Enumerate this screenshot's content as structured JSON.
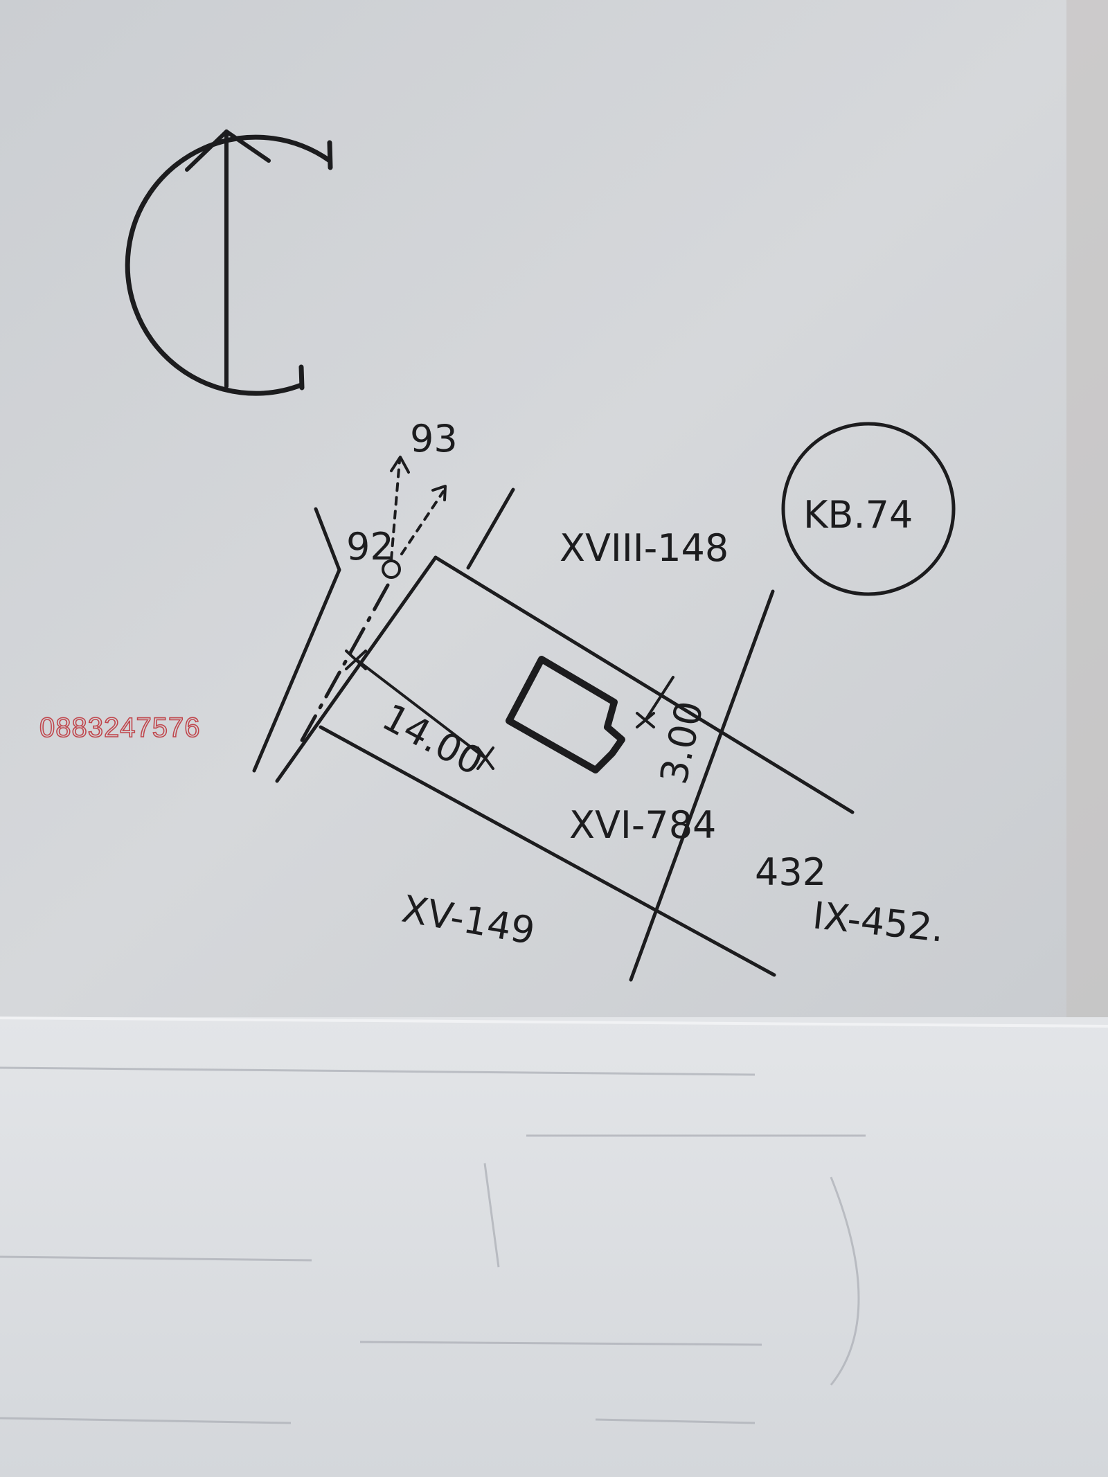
{
  "diagram": {
    "north_arrow_icon": "north-arrow-compass",
    "district_label": "KB.74",
    "parcels": {
      "subject": "XVI-784",
      "north": "XVIII-148",
      "south": "XV-149",
      "east": "IX-452.",
      "east_boundary": "432"
    },
    "points": {
      "p92": "92",
      "p93": "93"
    },
    "dimensions": {
      "setback_west": "14.00",
      "setback_north": "3.00"
    },
    "ink_color": "#1c1c1e"
  },
  "watermark": {
    "phone": "0883247576",
    "color": "#c0464c"
  }
}
